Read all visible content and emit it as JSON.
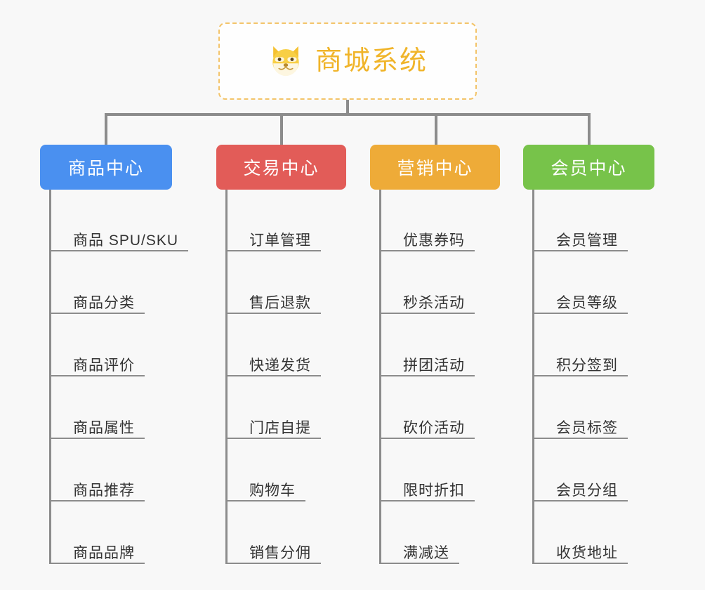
{
  "root": {
    "title": "商城系统",
    "icon": "shiba-dog-face-icon",
    "border_color": "#f3c46a",
    "text_color": "#f0b429"
  },
  "canvas": {
    "background": "#f8f8f8",
    "connector_color": "#8c8c8c"
  },
  "branches": [
    {
      "label": "商品中心",
      "color": "#4a90f0",
      "items": [
        "商品 SPU/SKU",
        "商品分类",
        "商品评价",
        "商品属性",
        "商品推荐",
        "商品品牌"
      ]
    },
    {
      "label": "交易中心",
      "color": "#e25c58",
      "items": [
        "订单管理",
        "售后退款",
        "快递发货",
        "门店自提",
        "购物车",
        "销售分佣"
      ]
    },
    {
      "label": "营销中心",
      "color": "#eeab38",
      "items": [
        "优惠券码",
        "秒杀活动",
        "拼团活动",
        "砍价活动",
        "限时折扣",
        "满减送"
      ]
    },
    {
      "label": "会员中心",
      "color": "#77c34a",
      "items": [
        "会员管理",
        "会员等级",
        "积分签到",
        "会员标签",
        "会员分组",
        "收货地址"
      ]
    }
  ]
}
